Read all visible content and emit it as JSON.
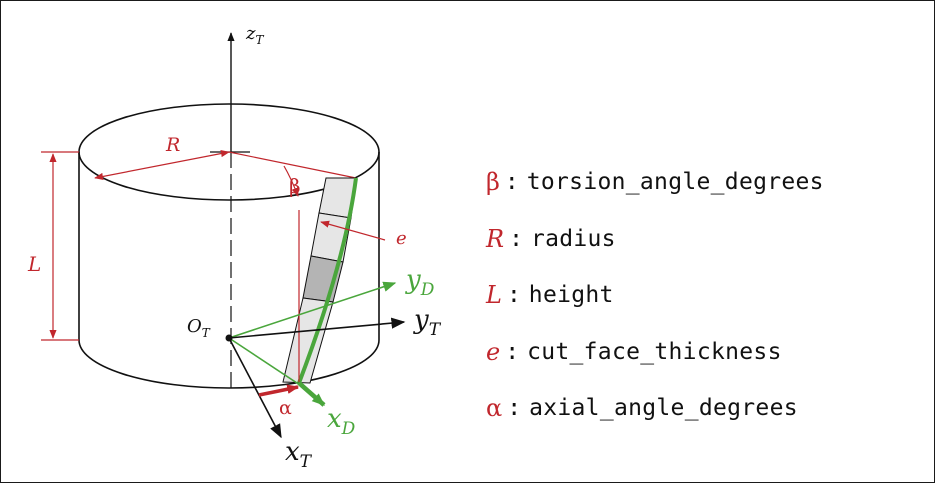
{
  "colors": {
    "red": "#c1272d",
    "green": "#4aa63c",
    "black": "#111111",
    "band_light": "#e6e6e6",
    "band_dark": "#b4b4b4"
  },
  "labels": {
    "z_t": "z",
    "z_t_sub": "T",
    "R": "R",
    "beta": "β",
    "e": "e",
    "L": "L",
    "y_d": "y",
    "y_d_sub": "D",
    "y_t": "y",
    "y_t_sub": "T",
    "o_t": "O",
    "o_t_sub": "T",
    "alpha": "α",
    "x_d": "x",
    "x_d_sub": "D",
    "x_t": "x",
    "x_t_sub": "T"
  },
  "legend": [
    {
      "symbol": "β",
      "italic": false,
      "colon": ":",
      "description": "torsion_angle_degrees"
    },
    {
      "symbol": "R",
      "italic": true,
      "colon": ":",
      "description": "radius"
    },
    {
      "symbol": "L",
      "italic": true,
      "colon": ":",
      "description": "height"
    },
    {
      "symbol": "e",
      "italic": true,
      "colon": ":",
      "description": "cut_face_thickness"
    },
    {
      "symbol": "α",
      "italic": false,
      "colon": ":",
      "description": "axial_angle_degrees"
    }
  ]
}
